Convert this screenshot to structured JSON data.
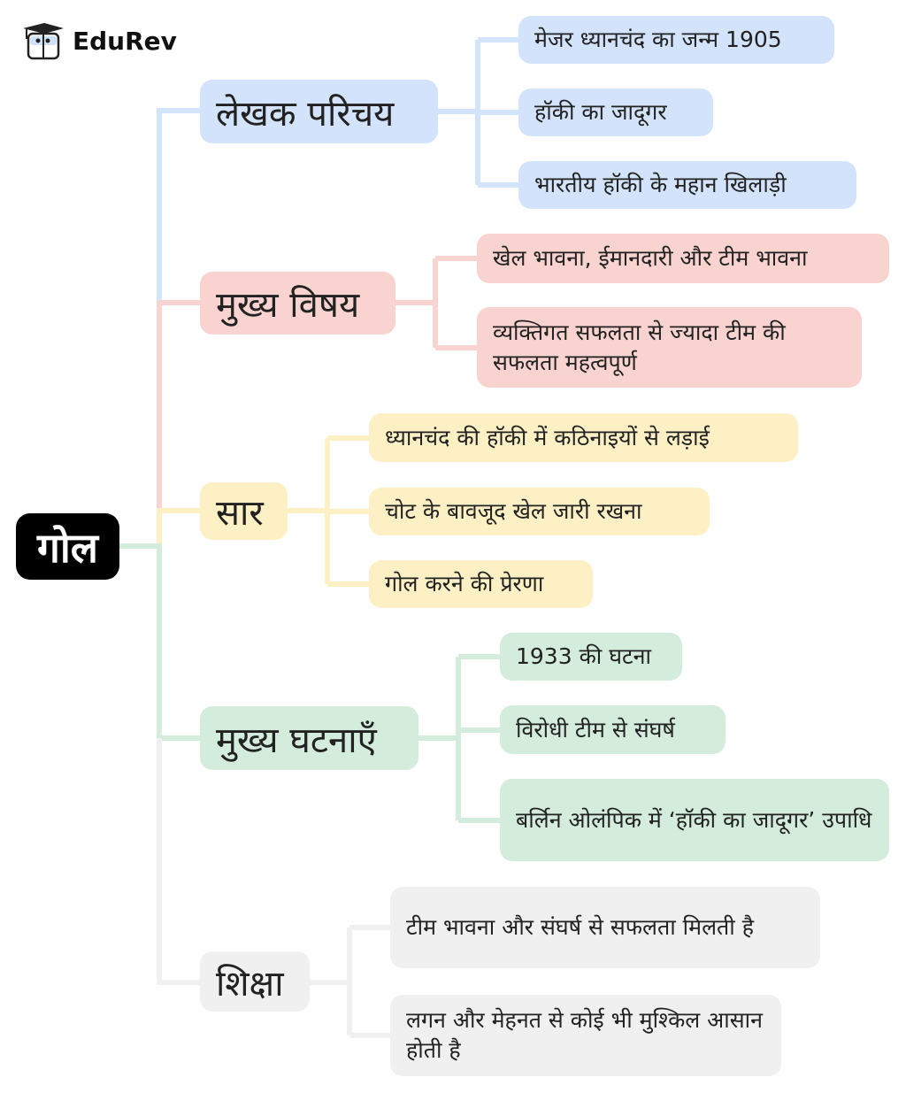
{
  "logo": {
    "text": "EduRev"
  },
  "root": {
    "label": "गोल"
  },
  "branches": [
    {
      "label": "लेखक परिचय",
      "children": [
        "मेजर ध्यानचंद का जन्म 1905",
        "हॉकी का जादूगर",
        "भारतीय हॉकी के महान खिलाड़ी"
      ]
    },
    {
      "label": "मुख्य विषय",
      "children": [
        "खेल भावना, ईमानदारी और टीम भावना",
        "व्यक्तिगत सफलता से ज्यादा टीम की सफलता महत्वपूर्ण"
      ]
    },
    {
      "label": "सार",
      "children": [
        "ध्यानचंद की हॉकी में कठिनाइयों से लड़ाई",
        "चोट के बावजूद खेल जारी रखना",
        "गोल करने की प्रेरणा"
      ]
    },
    {
      "label": "मुख्य घटनाएँ",
      "children": [
        "1933 की घटना",
        "विरोधी टीम से संघर्ष",
        "बर्लिन ओलंपिक में ‘हॉकी का जादूगर’ उपाधि"
      ]
    },
    {
      "label": "शिक्षा",
      "children": [
        "टीम भावना और संघर्ष से सफलता मिलती है",
        "लगन और मेहनत से कोई भी मुश्किल आसान होती है"
      ]
    }
  ],
  "colors": {
    "blue": "#d3e3fb",
    "red": "#f9d3d0",
    "yellow": "#fdf0c4",
    "green": "#d3ecdc",
    "gray": "#f0f0f0"
  }
}
